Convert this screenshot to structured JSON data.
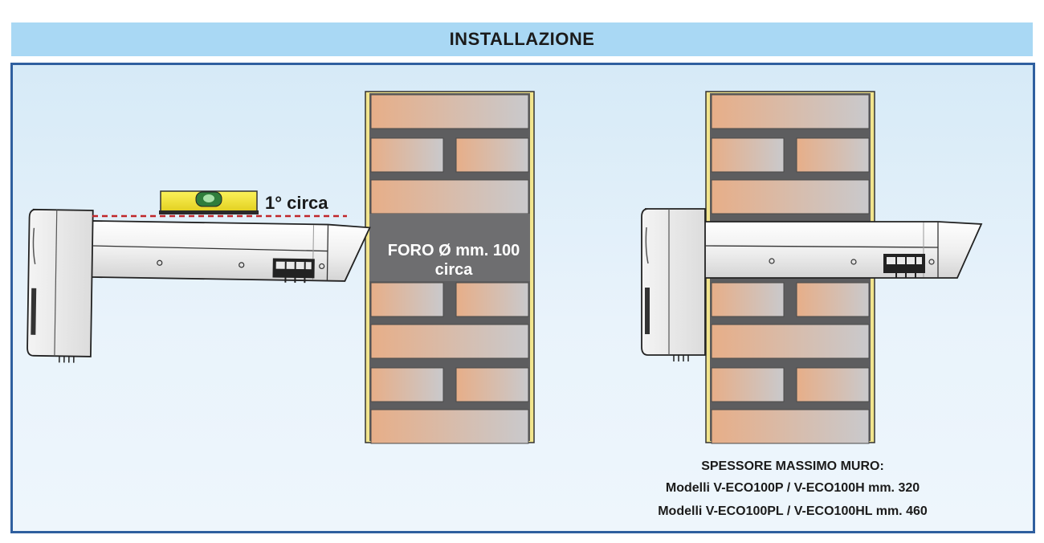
{
  "header": {
    "title": "INSTALLAZIONE"
  },
  "left_figure": {
    "tilt_label": "1° circa",
    "hole_label_line1": "FORO Ø mm. 100",
    "hole_label_line2": "circa",
    "level_icon": "spirit-level-icon",
    "device_icon": "ventilation-unit-icon"
  },
  "right_figure": {
    "caption_title": "SPESSORE MASSIMO MURO:",
    "caption_line1": "Modelli V-ECO100P / V-ECO100H mm. 320",
    "caption_line2": "Modelli V-ECO100PL / V-ECO100HL mm. 460"
  },
  "colors": {
    "header_bg": "#a9d8f4",
    "panel_border": "#2f5f9f",
    "brick_start": "#e7ae88",
    "brick_end": "#c9c9cc",
    "mortar": "#5d5d5f",
    "wall_edge": "#f2e58d",
    "level_body": "#f3e53a",
    "tilt_line": "#c0262a"
  }
}
